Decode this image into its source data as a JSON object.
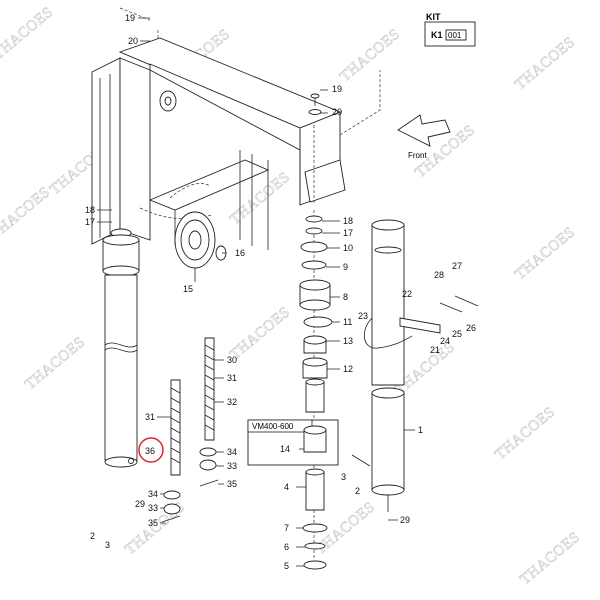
{
  "watermark": "THACOES",
  "kit": {
    "title": "KIT",
    "label": "K1",
    "code": "001"
  },
  "direction_label": "Front",
  "variant_box_label": "VM400-600",
  "highlighted_callout": "36",
  "colors": {
    "line": "#222222",
    "highlight": "#e0262c",
    "watermark": "#cfcfcf"
  },
  "callouts": [
    {
      "text": "19"
    },
    {
      "text": "20"
    },
    {
      "text": "19"
    },
    {
      "text": "20"
    },
    {
      "text": "18"
    },
    {
      "text": "17"
    },
    {
      "text": "16"
    },
    {
      "text": "15"
    },
    {
      "text": "18"
    },
    {
      "text": "17"
    },
    {
      "text": "10"
    },
    {
      "text": "9"
    },
    {
      "text": "8"
    },
    {
      "text": "11"
    },
    {
      "text": "13"
    },
    {
      "text": "12"
    },
    {
      "text": "30"
    },
    {
      "text": "31"
    },
    {
      "text": "31"
    },
    {
      "text": "32"
    },
    {
      "text": "36"
    },
    {
      "text": "34"
    },
    {
      "text": "33"
    },
    {
      "text": "35"
    },
    {
      "text": "34"
    },
    {
      "text": "33"
    },
    {
      "text": "35"
    },
    {
      "text": "29"
    },
    {
      "text": "2"
    },
    {
      "text": "3"
    },
    {
      "text": "14"
    },
    {
      "text": "4"
    },
    {
      "text": "7"
    },
    {
      "text": "6"
    },
    {
      "text": "5"
    },
    {
      "text": "3"
    },
    {
      "text": "2"
    },
    {
      "text": "1"
    },
    {
      "text": "29"
    },
    {
      "text": "23"
    },
    {
      "text": "22"
    },
    {
      "text": "28"
    },
    {
      "text": "27"
    },
    {
      "text": "25"
    },
    {
      "text": "24"
    },
    {
      "text": "26"
    },
    {
      "text": "21"
    }
  ]
}
